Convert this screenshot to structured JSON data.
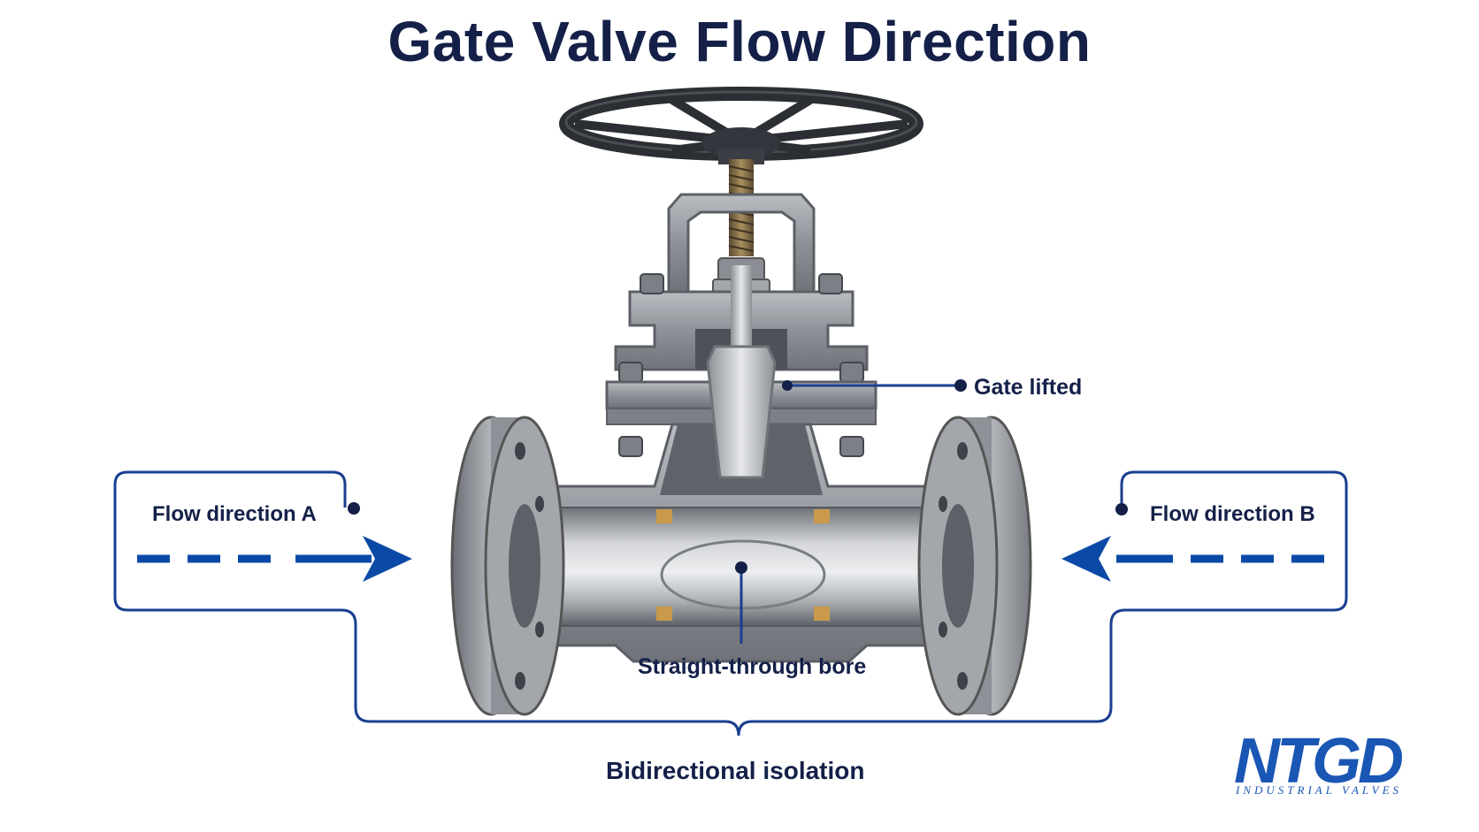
{
  "title": "Gate Valve Flow Direction",
  "labels": {
    "flow_a": "Flow direction A",
    "flow_b": "Flow direction B",
    "gate": "Gate lifted",
    "bore": "Straight-through bore",
    "isolation": "Bidirectional isolation"
  },
  "logo": {
    "mark": "NTGD",
    "sub": "INDUSTRIAL VALVES"
  },
  "colors": {
    "title": "#142048",
    "callout_line": "#1a3f8f",
    "arrow": "#0a4aa6",
    "valve_body": "#9a9da3",
    "valve_dark": "#5c6066",
    "handwheel": "#2b2e33",
    "seat": "#c89a4a",
    "logo": "#1a56b4"
  }
}
